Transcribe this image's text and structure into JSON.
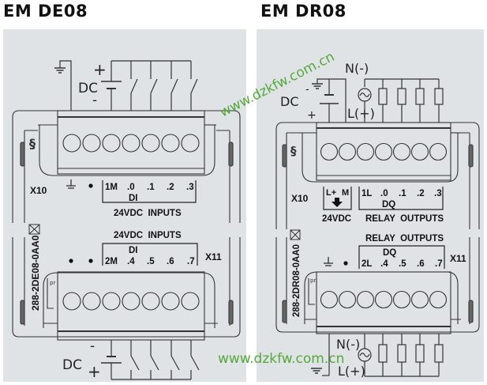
{
  "left_module": {
    "title": "EM DE08",
    "top_circuit": {
      "supply_label": "DC",
      "plus": "+",
      "minus": "-"
    },
    "top_terminal": {
      "connector": "X10",
      "pins": [
        "1M",
        ".0",
        ".1",
        ".2",
        ".3"
      ],
      "group": "DI",
      "caption": "24VDC  INPUTS"
    },
    "bottom_terminal": {
      "connector": "X11",
      "caption": "24VDC  INPUTS",
      "group": "DI",
      "pins": [
        "2M",
        ".4",
        ".5",
        ".6",
        ".7"
      ]
    },
    "part_number": "288-2DE08-0AA0",
    "bottom_circuit": {
      "supply_label": "DC",
      "plus": "+",
      "minus": "-"
    },
    "tab_label": "pr"
  },
  "right_module": {
    "title": "EM DR08",
    "top_circuit": {
      "supply_label": "DC",
      "plus": "+",
      "minus": "-",
      "neutral": "N(-)",
      "line": "L(+)"
    },
    "top_terminal": {
      "connector": "X10",
      "power_pins": [
        "L+",
        "M"
      ],
      "power_caption": "24VDC",
      "pins": [
        "1L",
        ".0",
        ".1",
        ".2",
        ".3"
      ],
      "group": "DQ",
      "caption": "RELAY  OUTPUTS"
    },
    "bottom_terminal": {
      "connector": "X11",
      "caption": "RELAY  OUTPUTS",
      "group": "DQ",
      "pins": [
        "2L",
        ".4",
        ".5",
        ".6",
        ".7"
      ]
    },
    "part_number": "288-2DR08-0AA0",
    "bottom_circuit": {
      "neutral": "N(-)",
      "line": "L(+)"
    },
    "tab_label": "pr"
  },
  "watermark": {
    "text": "www.dzkfw.com.cn",
    "color": "#55a83a"
  },
  "colors": {
    "panel": "#dfe3e6",
    "line": "#222222"
  }
}
